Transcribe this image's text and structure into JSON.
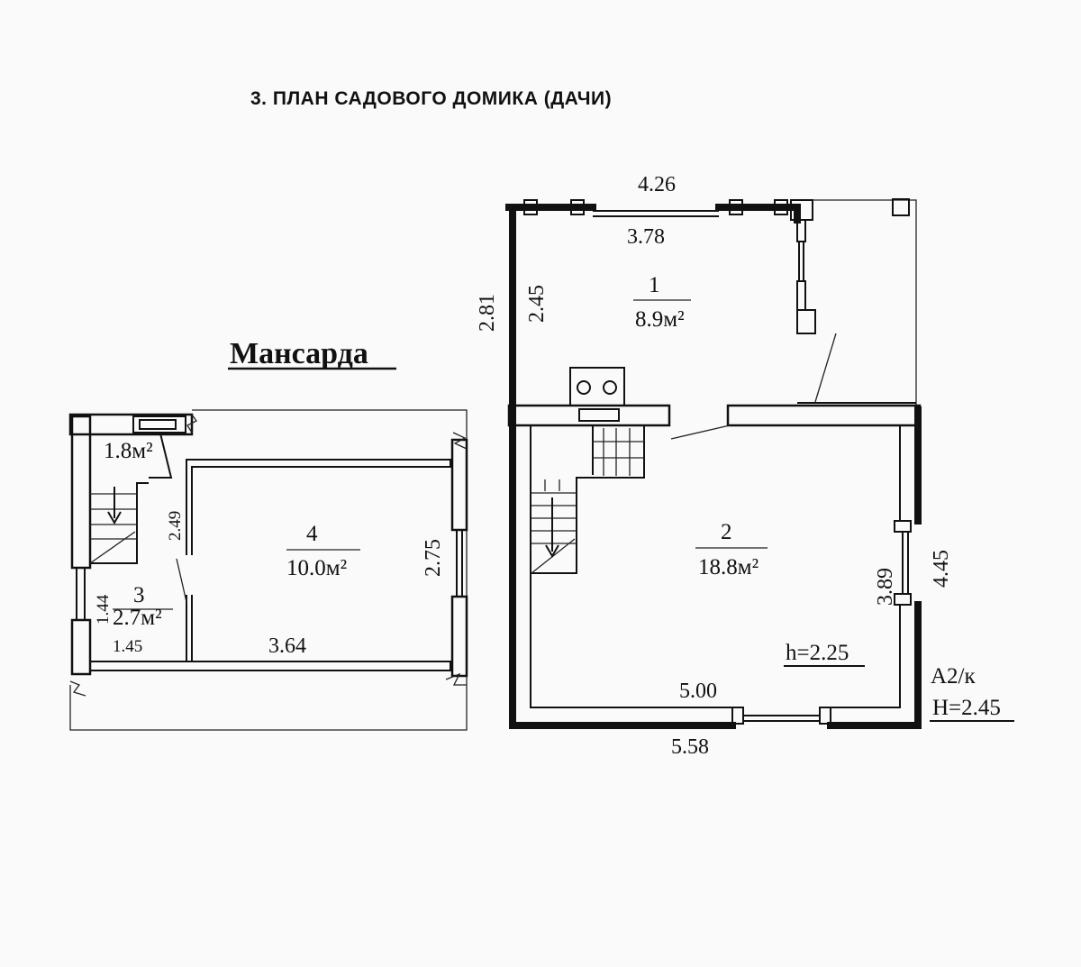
{
  "title": "3. ПЛАН САДОВОГО ДОМИКА (ДАЧИ)",
  "attic_label": "Мансарда",
  "ground_floor": {
    "rooms": [
      {
        "number": "1",
        "area": "8.9м²"
      },
      {
        "number": "2",
        "area": "18.8м²"
      }
    ],
    "dims": {
      "top_outer": "4.26",
      "top_inner": "3.78",
      "left_outer": "2.81",
      "left_inner": "2.45",
      "right_inner": "3.89",
      "right_outer": "4.45",
      "bottom_inner": "5.00",
      "bottom_outer": "5.58"
    },
    "inner_height": "h=2.25",
    "stamp": "А2/к",
    "outer_height": "Н=2.45"
  },
  "attic": {
    "rooms": [
      {
        "number": "",
        "area": "1.8м²"
      },
      {
        "number": "3",
        "area": "2.7м²"
      },
      {
        "number": "4",
        "area": "10.0м²"
      }
    ],
    "dims": {
      "wall_249": "2.49",
      "wall_275": "2.75",
      "wall_144": "1.44",
      "wall_145": "1.45",
      "wall_364": "3.64"
    }
  }
}
